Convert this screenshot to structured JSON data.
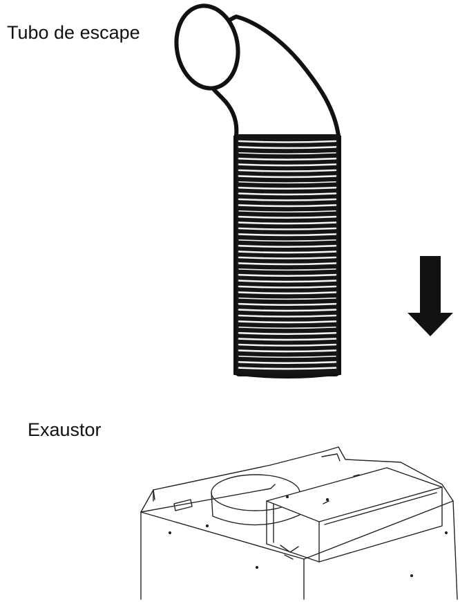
{
  "labels": {
    "exhaust_tube": "Tubo de escape",
    "hood": "Exaustor"
  },
  "illustration": {
    "parts": [
      "exhaust-tube",
      "down-arrow",
      "range-hood"
    ],
    "ink_color": "#111111",
    "background_color": "#ffffff"
  }
}
